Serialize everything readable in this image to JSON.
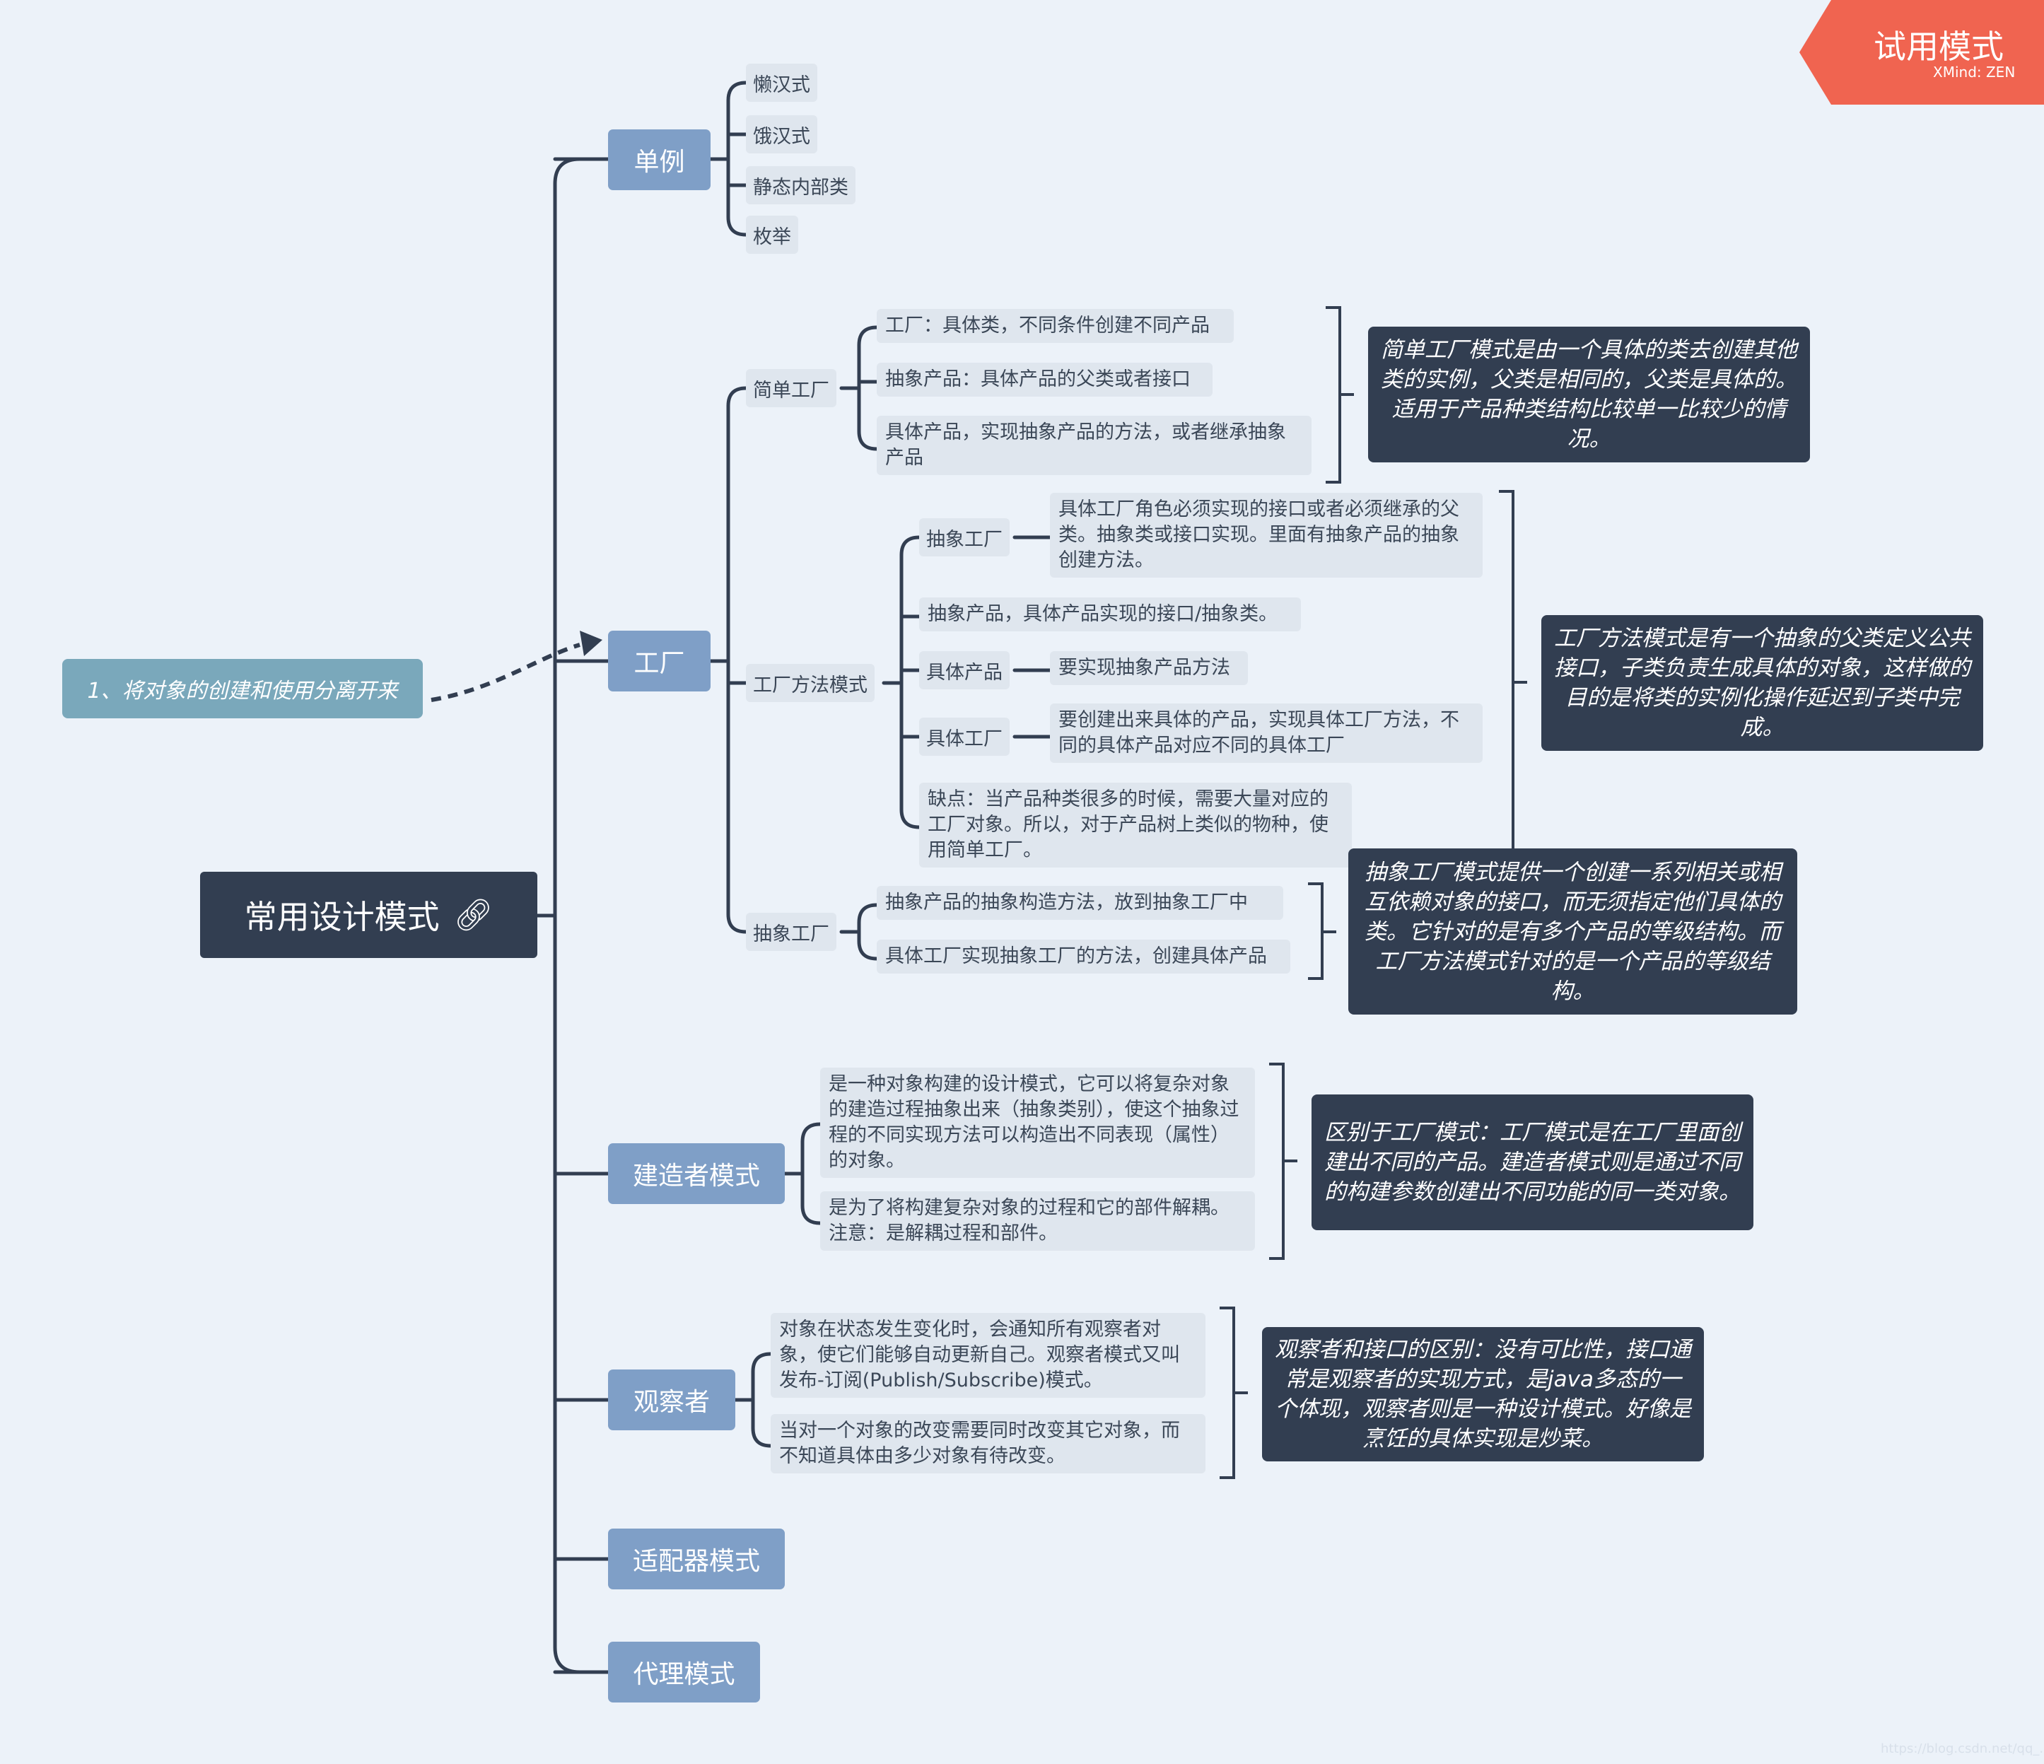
{
  "root": {
    "label": "常用设计模式",
    "icon": "link-icon"
  },
  "floating": {
    "label": "1、将对象的创建和使用分离开来"
  },
  "trial": {
    "title": "试用模式",
    "subtitle": "XMind: ZEN"
  },
  "watermark": "https://blog.csdn.net/qq_...",
  "main_topics": {
    "singleton": "单例",
    "factory": "工厂",
    "builder": "建造者模式",
    "observer": "观察者",
    "adapter": "适配器模式",
    "proxy": "代理模式"
  },
  "singleton_items": [
    "懒汉式",
    "饿汉式",
    "静态内部类",
    "枚举"
  ],
  "factory": {
    "simple": {
      "label": "简单工厂",
      "items": [
        "工厂：具体类，不同条件创建不同产品",
        "抽象产品：具体产品的父类或者接口",
        "具体产品，实现抽象产品的方法，或者继承抽象产品"
      ],
      "note": "简单工厂模式是由一个具体的类去创建其他类的实例，父类是相同的，父类是具体的。适用于产品种类结构比较单一比较少的情况。"
    },
    "method": {
      "label": "工厂方法模式",
      "abstract_factory": {
        "label": "抽象工厂",
        "detail": "具体工厂角色必须实现的接口或者必须继承的父类。抽象类或接口实现。里面有抽象产品的抽象创建方法。"
      },
      "abstract_product": "抽象产品，具体产品实现的接口/抽象类。",
      "concrete_product": {
        "label": "具体产品",
        "detail": "要实现抽象产品方法"
      },
      "concrete_factory": {
        "label": "具体工厂",
        "detail": "要创建出来具体的产品，实现具体工厂方法，不同的具体产品对应不同的具体工厂"
      },
      "drawback": "缺点：当产品种类很多的时候，需要大量对应的工厂对象。所以，对于产品树上类似的物种，使用简单工厂。",
      "note": "工厂方法模式是有一个抽象的父类定义公共接口，子类负责生成具体的对象，这样做的目的是将类的实例化操作延迟到子类中完成。"
    },
    "abstract": {
      "label": "抽象工厂",
      "items": [
        "抽象产品的抽象构造方法，放到抽象工厂中",
        "具体工厂实现抽象工厂的方法，创建具体产品"
      ],
      "note": "抽象工厂模式提供一个创建一系列相关或相互依赖对象的接口，而无须指定他们具体的类。它针对的是有多个产品的等级结构。而工厂方法模式针对的是一个产品的等级结构。"
    }
  },
  "builder": {
    "items": [
      "是一种对象构建的设计模式，它可以将复杂对象的建造过程抽象出来（抽象类别），使这个抽象过程的不同实现方法可以构造出不同表现（属性）的对象。",
      "是为了将构建复杂对象的过程和它的部件解耦。注意：是解耦过程和部件。"
    ],
    "note": "区别于工厂模式：工厂模式是在工厂里面创建出不同的产品。建造者模式则是通过不同的构建参数创建出不同功能的同一类对象。"
  },
  "observer": {
    "items": [
      "对象在状态发生变化时，会通知所有观察者对象，使它们能够自动更新自己。观察者模式又叫发布-订阅(Publish/Subscribe)模式。",
      "当对一个对象的改变需要同时改变其它对象，而不知道具体由多少对象有待改变。"
    ],
    "note": "观察者和接口的区别：没有可比性，接口通常是观察者的实现方式，是java多态的一个体现，观察者则是一种设计模式。好像是烹饪的具体实现是炒菜。"
  },
  "colors": {
    "background": "#ecf2f9",
    "root": "#323e51",
    "main": "#7f9fc7",
    "sub": "#dfe6ee",
    "note": "#323e51",
    "line": "#323e51",
    "trial": "#f06450",
    "floating": "#7aa8bb"
  }
}
